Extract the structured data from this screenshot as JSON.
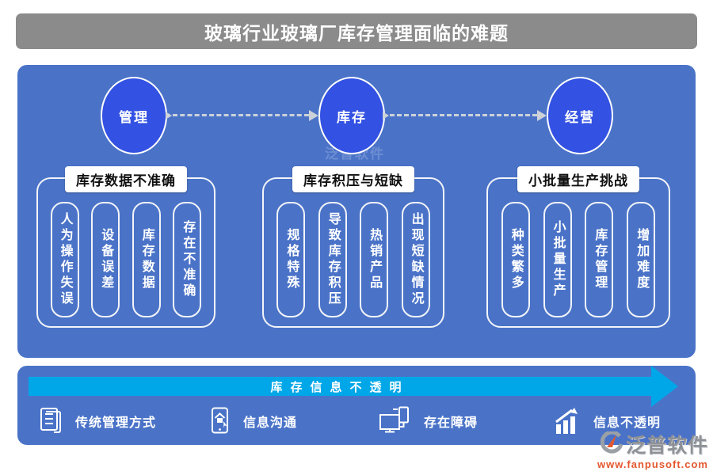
{
  "title": "玻璃行业玻璃厂库存管理面临的难题",
  "colors": {
    "title_bar": "#8b8b8b",
    "panel_blue": "#4a73c8",
    "circle_blue": "#3351e2",
    "arrow_cyan": "#00a7e8",
    "brand_orange": "#e4572e"
  },
  "flow": {
    "nodes": [
      {
        "label": "管理"
      },
      {
        "label": "库存"
      },
      {
        "label": "经营"
      }
    ]
  },
  "sections": [
    {
      "heading": "库存数据不准确",
      "items": [
        "人为操作失误",
        "设备误差",
        "库存数据",
        "存在不准确"
      ]
    },
    {
      "heading": "库存积压与短缺",
      "items": [
        "规格特殊",
        "导致库存积压",
        "热销产品",
        "出现短缺情况"
      ]
    },
    {
      "heading": "小批量生产挑战",
      "items": [
        "种类繁多",
        "小批量生产",
        "库存管理",
        "增加难度"
      ]
    }
  ],
  "bottom": {
    "arrow_label": "库存信息不透明",
    "items": [
      {
        "icon": "document-icon",
        "label": "传统管理方式"
      },
      {
        "icon": "phone-home-icon",
        "label": "信息沟通"
      },
      {
        "icon": "devices-icon",
        "label": "存在障碍"
      },
      {
        "icon": "chart-up-icon",
        "label": "信息不透明"
      }
    ]
  },
  "branding": {
    "logo_text": "泛普软件",
    "url": "www.fanpusoft.com"
  },
  "watermark": {
    "text": "泛普软件"
  }
}
